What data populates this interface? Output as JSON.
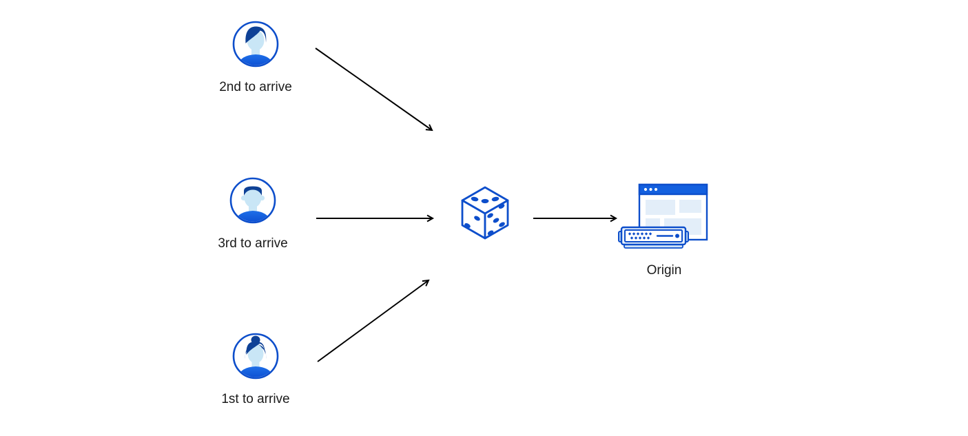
{
  "colors": {
    "outline_blue": "#0d4ecb",
    "hair_blue": "#0e4196",
    "skin_blue": "#c9e6f6",
    "shirt_light": "#1e6fe8",
    "shirt_dark": "#0a4cd0",
    "panel_blue": "#e3eef9",
    "titlebar_blue": "#1360df",
    "server_fill": "#e7f1fb",
    "server_base": "#cfe3f7",
    "tab_fill": "#bcd7f2",
    "arrow_black": "#000000",
    "label_text": "#1a1a1a",
    "page_bg": "#ffffff"
  },
  "nodes": {
    "user_second": {
      "label": "2nd to arrive",
      "icon": "user-man-swept-hair-avatar-icon"
    },
    "user_third": {
      "label": "3rd to arrive",
      "icon": "user-man-flat-hair-avatar-icon"
    },
    "user_first": {
      "label": "1st to arrive",
      "icon": "user-woman-bun-avatar-icon"
    },
    "balancer": {
      "icon": "dice-icon"
    },
    "origin": {
      "label": "Origin",
      "icon": "origin-server-browser-icon"
    }
  }
}
